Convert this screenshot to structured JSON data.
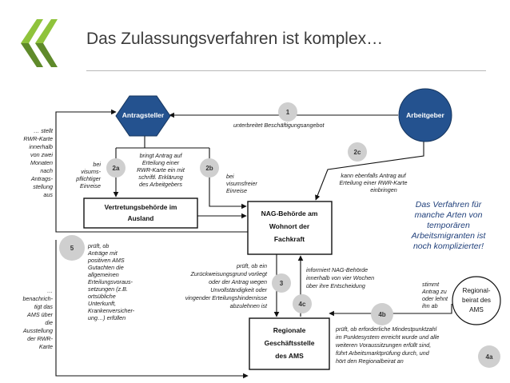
{
  "slide": {
    "title": "Das Zulassungsverfahren ist komplex…",
    "note": "Das Verfahren für\nmanche Arten von\ntemporären\nArbeitsmigranten ist\nnoch komplizierter!"
  },
  "colors": {
    "accent_green": "#8fc33b",
    "node_blue": "#24528f",
    "circle_grey": "#cfcfcf"
  },
  "nodes": {
    "antragsteller": "Antragsteller",
    "arbeitgeber": "Arbeitgeber",
    "vertretung": [
      "Vertretungsbehörde im",
      "Ausland"
    ],
    "nag": [
      "NAG-Behörde am",
      "Wohnort der",
      "Fachkraft"
    ],
    "ams": [
      "Regionale",
      "Geschäftsstelle",
      "des AMS"
    ],
    "regionalbeirat": [
      "Regional-",
      "beirat des",
      "AMS"
    ]
  },
  "steps": {
    "s1": "1",
    "s2a": "2a",
    "s2b": "2b",
    "s2c": "2c",
    "s3": "3",
    "s4a": "4a",
    "s4b": "4b",
    "s4c": "4c",
    "s5": "5"
  },
  "texts": {
    "t1": "unterbreitet Beschäftigungsangebot",
    "t2a": [
      "bei",
      "visums-",
      "pflichtiger",
      "Einreise"
    ],
    "t2a_box": [
      "bringt Antrag auf",
      "Erteilung einer",
      "RWR-Karte ein mit",
      "schriftl. Erklärung",
      "des Arbeitgebers"
    ],
    "t2b": [
      "bei",
      "visumsfreier",
      "Einreise"
    ],
    "t2c": [
      "kann ebenfalls Antrag auf",
      "Erteilung einer RWR-Karte",
      "einbringen"
    ],
    "left_top": [
      "… stellt",
      "RWR-Karte",
      "innerhalb",
      "von zwei",
      "Monaten",
      "nach",
      "Antrags-",
      "stellung",
      "aus"
    ],
    "left_bottom": [
      "…",
      "benachrich-",
      "tigt das",
      "AMS über",
      "die",
      "Ausstellung",
      "der RWR-",
      "Karte"
    ],
    "t5": [
      "prüft, ob",
      "Anträge mit",
      "positiven AMS",
      "Gutachten die",
      "allgemeinen",
      "Erteilungsvoraus-",
      "setzungen (z.B.",
      "ortsübliche",
      "Unterkunft,",
      "Krankenversicher-",
      "ung…) erfüllen"
    ],
    "t3": [
      "prüft, ob ein",
      "Zurückweisungsgrund vorliegt",
      "oder der Antrag wegen",
      "Unvollständigkeit oder",
      "vingender Erteilungshindernisse",
      "abzulehnen ist"
    ],
    "t4c": [
      "informiert NAG-Behörde",
      "innerhalb von vier Wochen",
      "über ihre Entscheidung"
    ],
    "t4b": [
      "stimmt",
      "Antrag zu",
      "oder lehnt",
      "ihn ab"
    ],
    "t4a": [
      "prüft, ob erforderliche Mindestpunktzahl",
      "im Punktesystem erreicht wurde und alle",
      "weiteren Voraussitzungen erfüllt sind,",
      "führt Arbeitsmarktprüfung durch, und",
      "hört den Regionalbeirat an"
    ]
  }
}
